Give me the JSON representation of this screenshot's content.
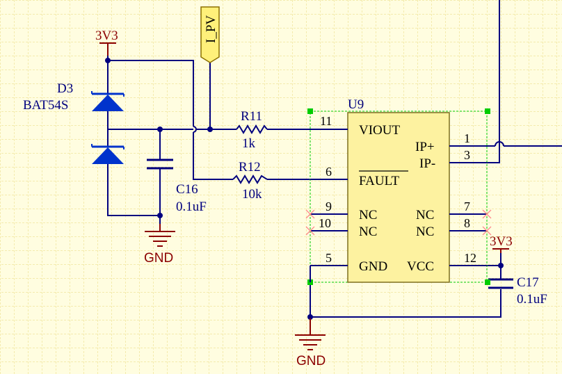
{
  "colors": {
    "background": "#fffde0",
    "grid": "#e8d97a",
    "wire": "#00007f",
    "power": "#8b0000",
    "chip_body": "#fdf2a0",
    "chip_outline": "#7d6f1d",
    "diode": "#0033cc",
    "selection_handle": "#00cc00"
  },
  "net_label": {
    "text": "I_PV"
  },
  "power": {
    "top_left": "3V3",
    "right": "3V3",
    "gnd_left": "GND",
    "gnd_bottom": "GND"
  },
  "diode": {
    "designator": "D3",
    "part": "BAT54S",
    "icon": "dual-schottky-diode-icon"
  },
  "cap_c16": {
    "designator": "C16",
    "value": "0.1uF"
  },
  "cap_c17": {
    "designator": "C17",
    "value": "0.1uF"
  },
  "res_r11": {
    "designator": "R11",
    "value": "1k"
  },
  "res_r12": {
    "designator": "R12",
    "value": "10k"
  },
  "ic": {
    "designator": "U9",
    "pins": {
      "viout": {
        "num": "11",
        "name": "VIOUT"
      },
      "fault": {
        "num": "6",
        "name": "FAULT"
      },
      "ncA": {
        "num": "9",
        "name": "NC"
      },
      "ncB": {
        "num": "10",
        "name": "NC"
      },
      "gnd": {
        "num": "5",
        "name": "GND"
      },
      "ipp": {
        "num": "1",
        "name": "IP+"
      },
      "ipm": {
        "num": "3",
        "name": "IP-"
      },
      "ncC": {
        "num": "7",
        "name": "NC"
      },
      "ncD": {
        "num": "8",
        "name": "NC"
      },
      "vcc": {
        "num": "12",
        "name": "VCC"
      }
    }
  }
}
